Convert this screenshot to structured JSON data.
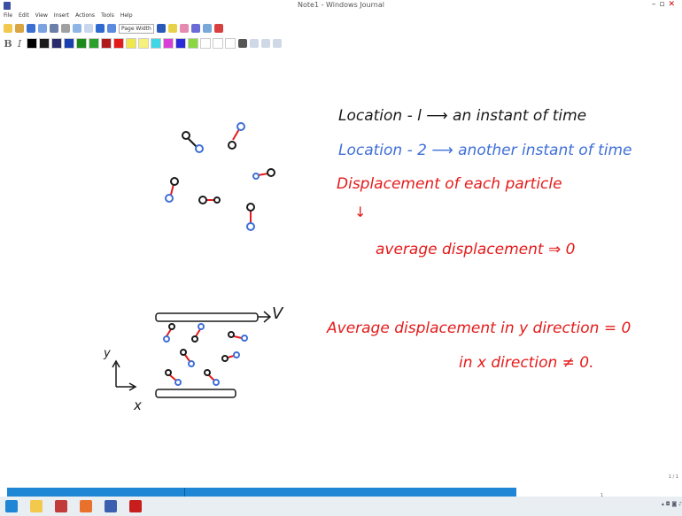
{
  "window": {
    "title": "Note1 - Windows Journal"
  },
  "menu": [
    "File",
    "Edit",
    "View",
    "Insert",
    "Actions",
    "Tools",
    "Help"
  ],
  "toolbar": {
    "page_width": "Page Width"
  },
  "formatting": {
    "bold": "B",
    "italic": "I",
    "colors": [
      "#000000",
      "#1a1a1a",
      "#2b2b6e",
      "#1a3fb0",
      "#1b8a1b",
      "#2ba02b",
      "#b11a1a",
      "#e41b1b",
      "#f0e84a",
      "#f7f07a",
      "#3fd7e6",
      "#d73fd7",
      "#2b2bd7",
      "#8ad73f",
      "#ffffff",
      "#ffffff",
      "#ffffff"
    ]
  },
  "note": {
    "line1": "Location - l  ⟶  an  instant of  time",
    "line2": "Location - 2  ⟶  another  instant  of  time",
    "line3": "Displacement  of  each  particle",
    "arrow_down": "↓",
    "line4": "average  displacement  ⇒  0",
    "v_label": "V",
    "y_axis": "y",
    "x_axis": "x",
    "line5": "Average  displacement  in  y direction = 0",
    "line6": "in  x  direction ≠ 0."
  },
  "page_indicator": "1 / 1",
  "page_number": "1"
}
